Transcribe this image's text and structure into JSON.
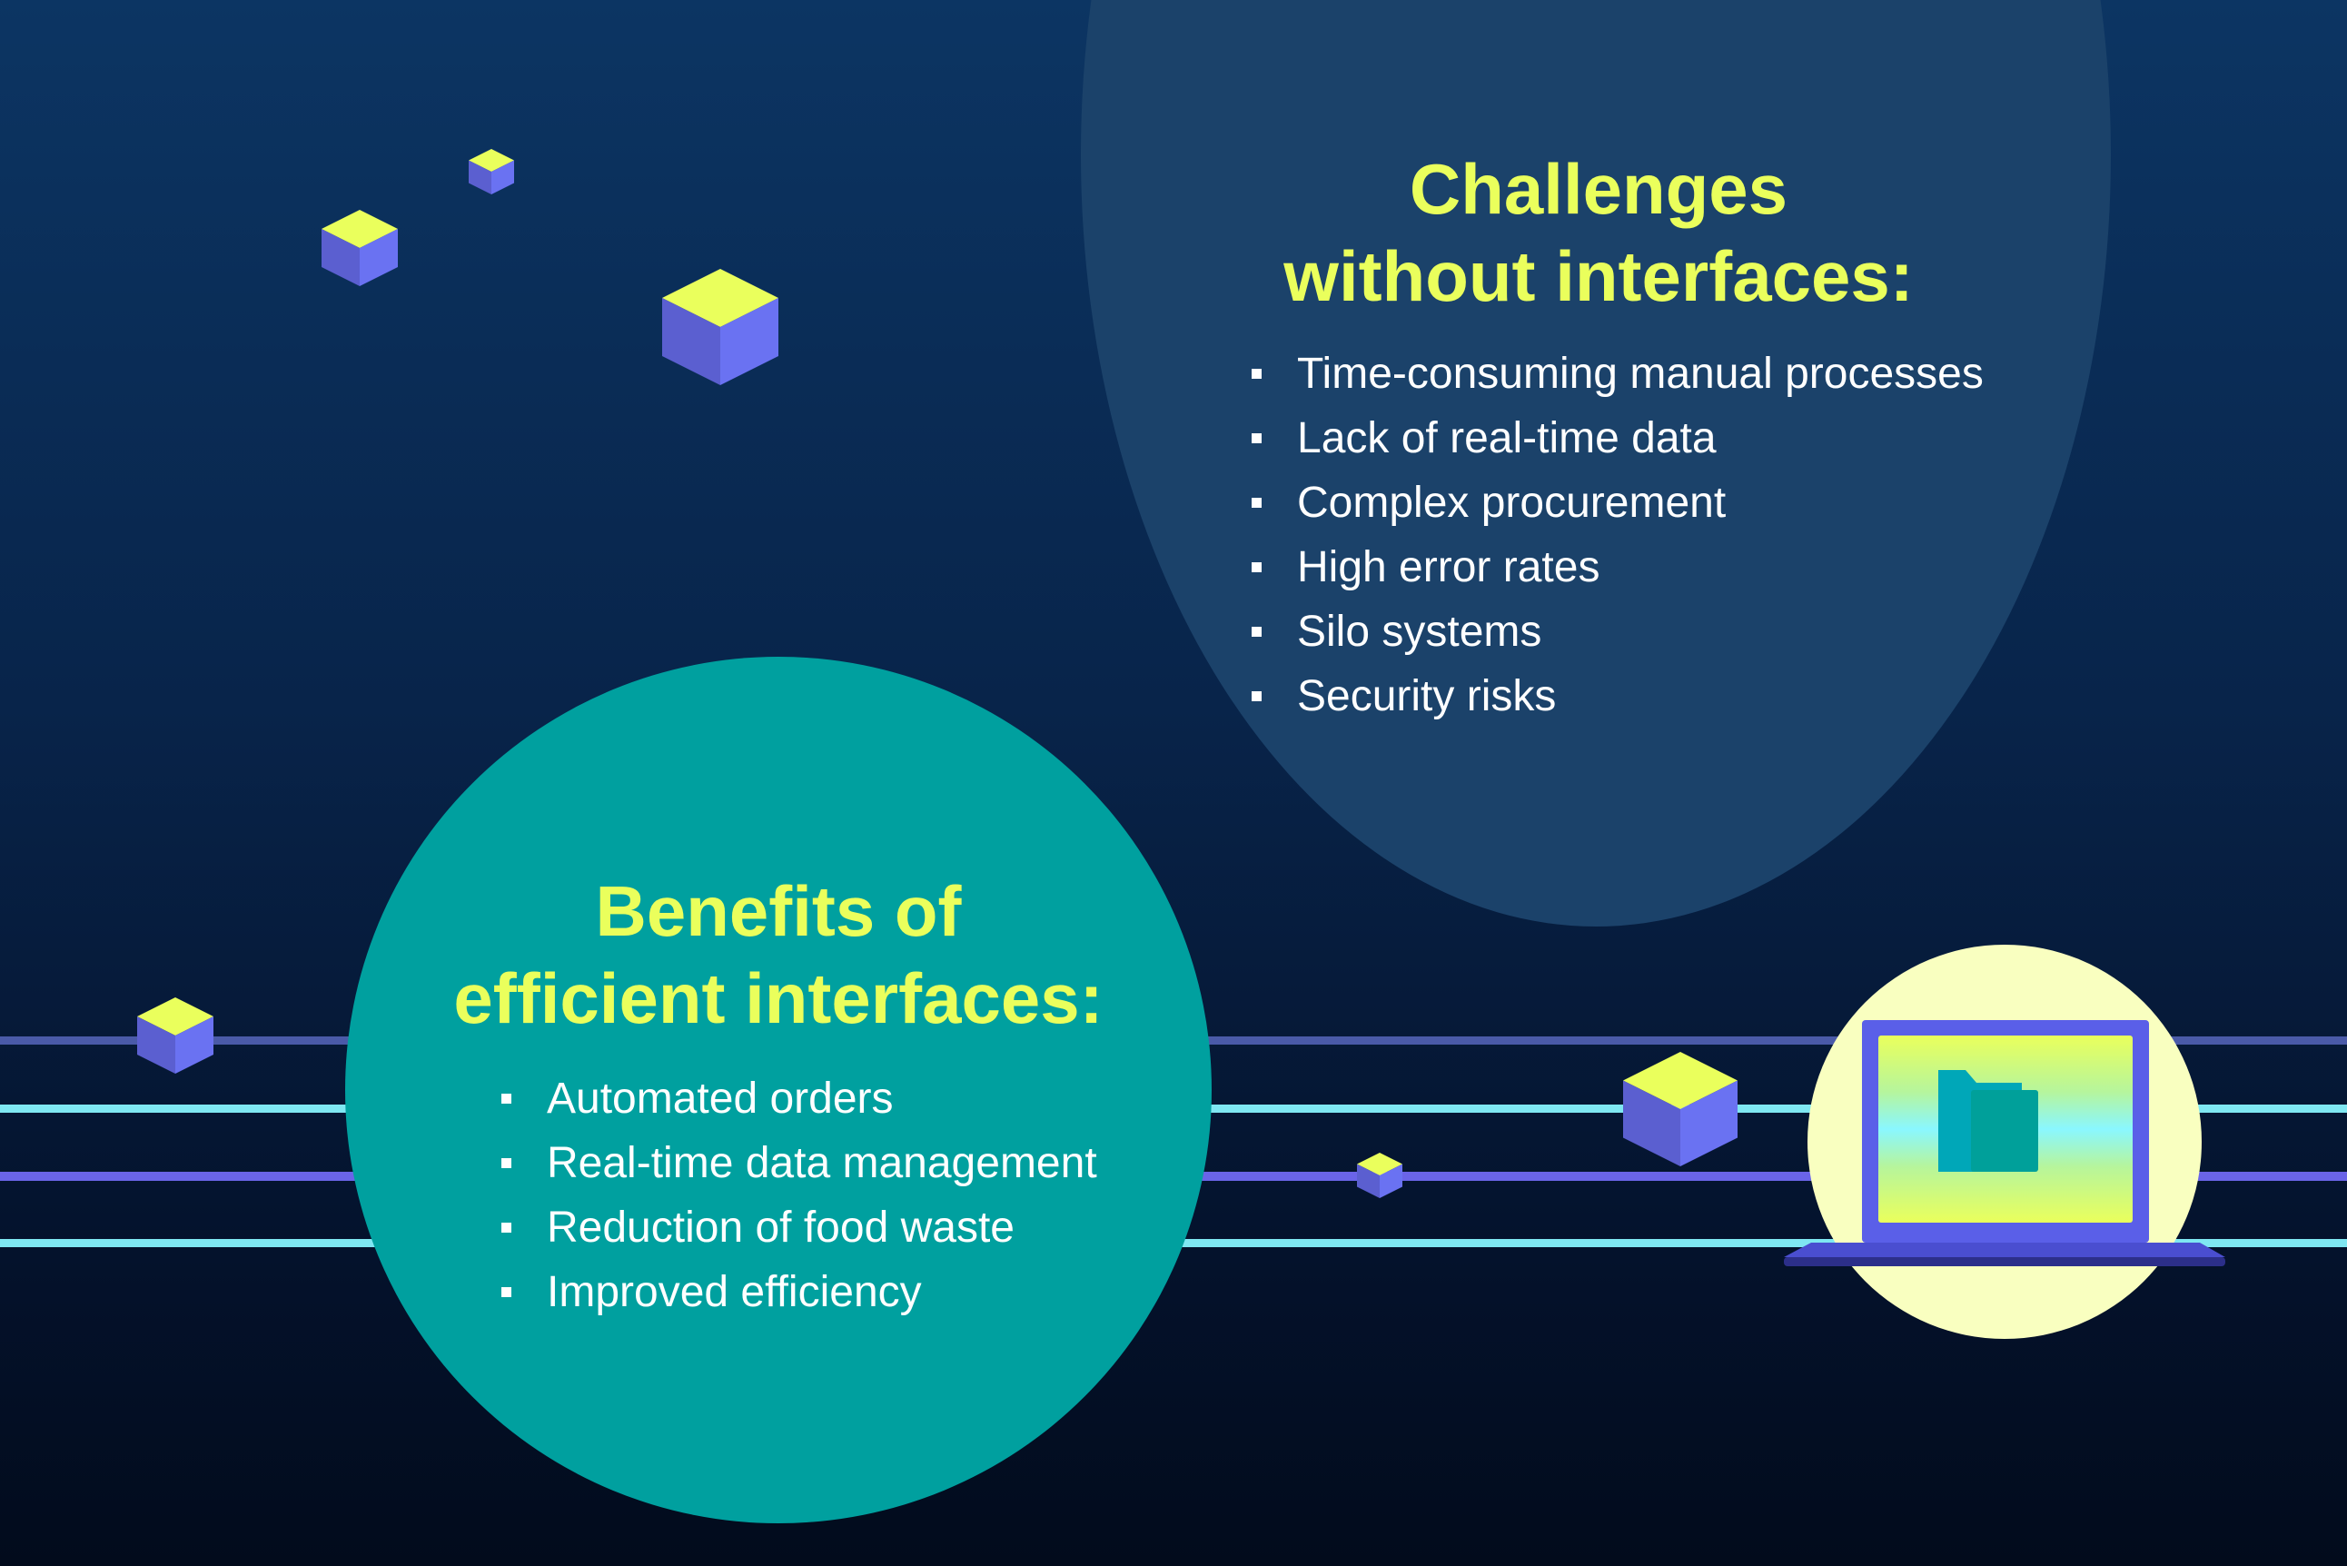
{
  "challenges": {
    "title_line1": "Challenges",
    "title_line2": "without interfaces:",
    "items": [
      "Time-consuming manual processes",
      "Lack of real-time data",
      "Complex procurement",
      "High error rates",
      "Silo systems",
      "Security risks"
    ]
  },
  "benefits": {
    "title_line1": "Benefits of",
    "title_line2": "efficient interfaces:",
    "items": [
      "Automated orders",
      "Real-time data management",
      "Reduction of food waste",
      "Improved efficiency"
    ]
  },
  "colors": {
    "background_top": "#0c3563",
    "background_bottom": "#020b1c",
    "heading": "#eaff5c",
    "benefits_circle": "#00a09f",
    "challenges_circle": "#1b426a",
    "laptop_circle": "#f9ffc0",
    "cube_top": "#eaff5c",
    "cube_side": "#5b5fd0"
  },
  "icons": [
    "cube-icon",
    "laptop-icon",
    "folder-icon"
  ]
}
